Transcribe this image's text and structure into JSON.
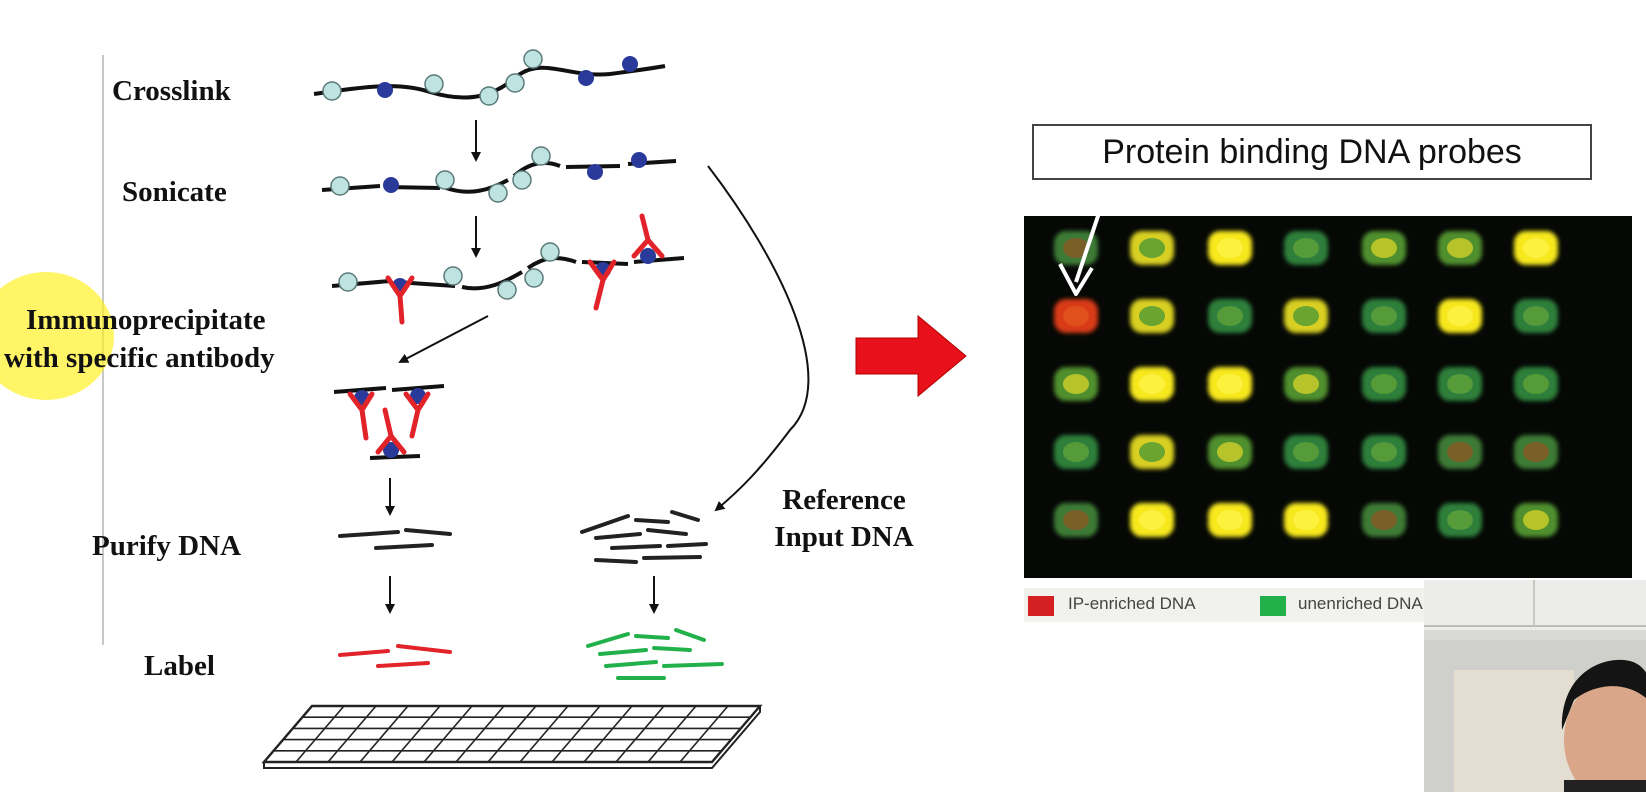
{
  "steps": {
    "crosslink": "Crosslink",
    "sonicate": "Sonicate",
    "immuno_line1": "Immunoprecipitate",
    "immuno_line2": "with specific antibody",
    "purify": "Purify DNA",
    "label": "Label"
  },
  "reference": {
    "line1": "Reference",
    "line2": "Input DNA"
  },
  "array_title": "Protein binding DNA probes",
  "legend": [
    {
      "label": "IP-enriched DNA",
      "color": "#d42020"
    },
    {
      "label": "unenriched DNA",
      "color": "#22b04a"
    }
  ],
  "colors": {
    "antibody": "#e2232a",
    "protein_dark": "#2a3a9a",
    "protein_light": "#bfe3e0",
    "label_red": "#e2232a",
    "label_green": "#22b04a",
    "arrow_big": "#e8101a",
    "highlight": "#fff01a"
  },
  "array_spots": [
    [
      "green-red",
      "yellow-green",
      "yellow",
      "green",
      "green-yellow",
      "green-yellow",
      "yellow"
    ],
    [
      "red",
      "yellow-green",
      "green",
      "yellow-green",
      "green",
      "yellow",
      "green"
    ],
    [
      "green-yellow",
      "yellow",
      "yellow",
      "green-yellow",
      "green",
      "green",
      "green"
    ],
    [
      "green",
      "yellow-green",
      "green-yellow",
      "green",
      "green",
      "green-red",
      "green-red"
    ],
    [
      "green-red",
      "yellow",
      "yellow",
      "yellow",
      "green-red",
      "green",
      "green-yellow"
    ]
  ]
}
